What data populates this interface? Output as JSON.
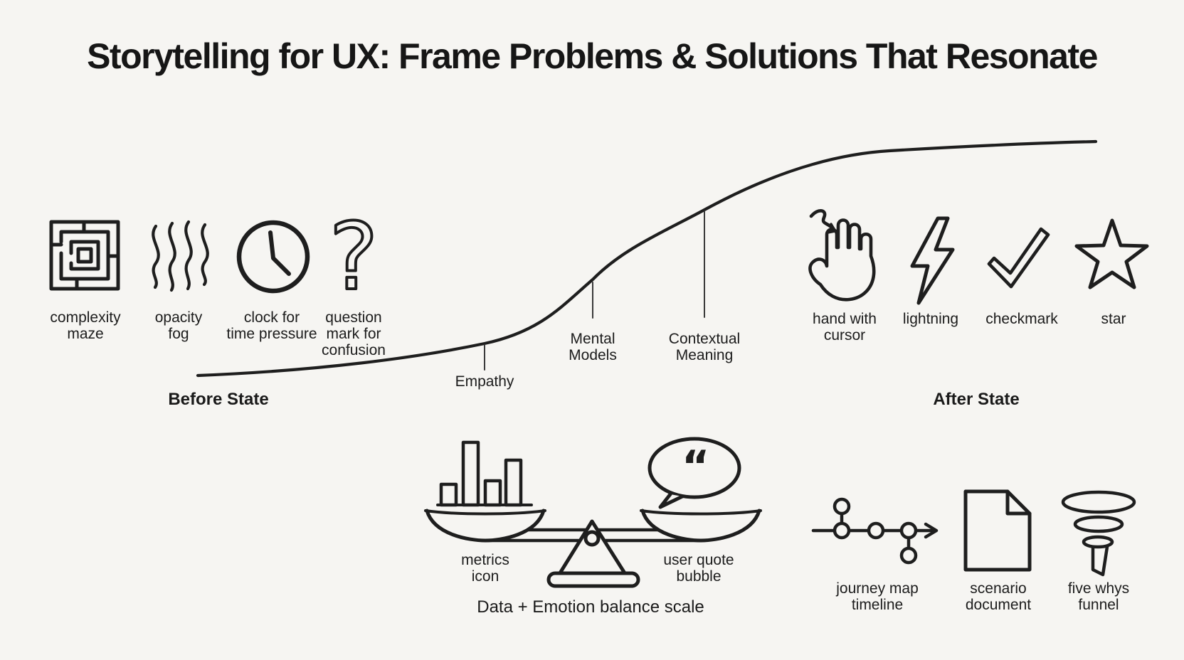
{
  "title": "Storytelling for UX: Frame Problems & Solutions That Resonate",
  "colors": {
    "background": "#f6f5f2",
    "ink": "#1e1e1e"
  },
  "before": {
    "state_label": "Before State",
    "icons": [
      {
        "name": "complexity-maze",
        "label": "complexity\nmaze"
      },
      {
        "name": "opacity-fog",
        "label": "opacity\nfog"
      },
      {
        "name": "time-pressure-clock",
        "label": "clock for\ntime pressure"
      },
      {
        "name": "confusion-question-mark",
        "label": "question\nmark for\nconfusion"
      }
    ]
  },
  "curve_milestones": [
    {
      "label": "Empathy"
    },
    {
      "label": "Mental\nModels"
    },
    {
      "label": "Contextual\nMeaning"
    }
  ],
  "after": {
    "state_label": "After State",
    "icons": [
      {
        "name": "hand-with-cursor",
        "label": "hand with\ncursor"
      },
      {
        "name": "lightning",
        "label": "lightning"
      },
      {
        "name": "checkmark",
        "label": "checkmark"
      },
      {
        "name": "star",
        "label": "star"
      }
    ]
  },
  "balance": {
    "left_label": "metrics\nicon",
    "right_label": "user quote\nbubble",
    "caption": "Data + Emotion balance scale"
  },
  "tools": [
    {
      "name": "journey-map-timeline",
      "label": "journey map\ntimeline"
    },
    {
      "name": "scenario-document",
      "label": "scenario\ndocument"
    },
    {
      "name": "five-whys-funnel",
      "label": "five whys\nfunnel"
    }
  ],
  "glyphs": {
    "question_mark": "?",
    "quote": "“"
  }
}
